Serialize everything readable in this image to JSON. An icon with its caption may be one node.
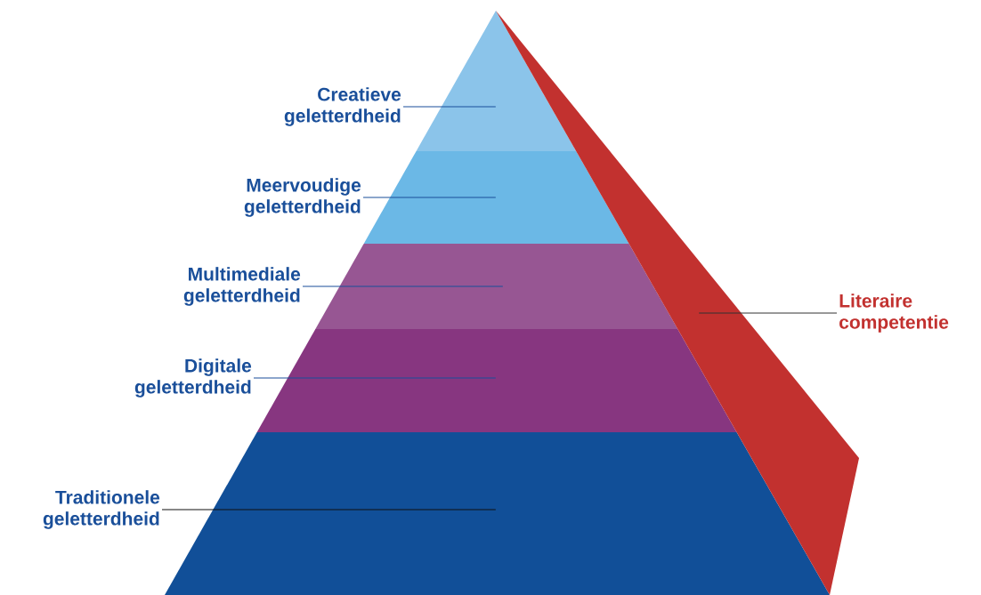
{
  "diagram": {
    "nodes": [
      {
        "text": [
          "Creatieve geletterdheid"
        ]
      },
      {
        "text": [
          "Meervoudige geletterdheid"
        ]
      },
      {
        "text": [
          "Multimediale geletterdheid"
        ]
      },
      {
        "text": [
          "Digitale geletterdheid"
        ]
      },
      {
        "text": [
          "Traditionele geletterdheid"
        ]
      },
      {
        "text": [
          "Literaire competentie"
        ]
      },
      {
        "text": [],
        "shape": "triangle"
      },
      {
        "text": [],
        "shape": "band"
      },
      {
        "text": [],
        "shape": "band"
      },
      {
        "text": [],
        "shape": "band"
      },
      {
        "text": [],
        "shape": "band"
      },
      {
        "text": [],
        "shape": "triangle"
      }
    ],
    "edges": [
      {
        "from": 0,
        "to": 6,
        "arrow": "none"
      },
      {
        "from": 1,
        "to": 7,
        "arrow": "none"
      },
      {
        "from": 2,
        "to": 8,
        "arrow": "none"
      },
      {
        "from": 3,
        "to": 9,
        "arrow": "none"
      },
      {
        "from": 4,
        "to": 10,
        "arrow": "none",
        "color": "#111111"
      },
      {
        "from": 5,
        "to": 11,
        "arrow": "none",
        "color": "#333333"
      }
    ]
  }
}
